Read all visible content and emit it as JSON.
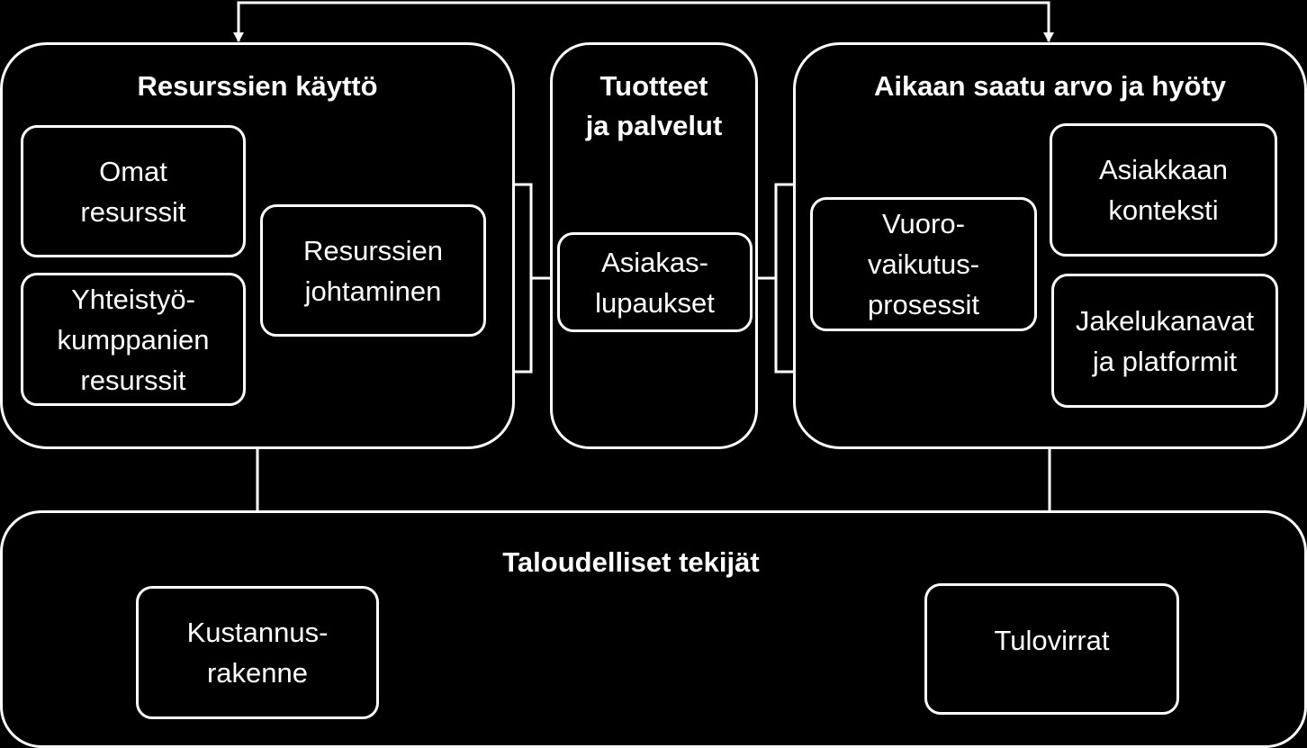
{
  "groups": {
    "resources": {
      "title": "Resurssien käyttö",
      "own_resources": "Omat\nresurssit",
      "partner_resources": "Yhteistyö-\nkumppanien\nresurssit",
      "resource_management": "Resurssien\njohtaminen"
    },
    "products": {
      "title": "Tuotteet\nja palvelut",
      "customer_promises": "Asiakas-\nlupaukset"
    },
    "value": {
      "title": "Aikaan saatu arvo ja hyöty",
      "interaction_processes": "Vuoro-\nvaikutus-\nprosessit",
      "customer_context": "Asiakkaan\nkonteksti",
      "channels_platforms": "Jakelukanavat\nja platformit"
    },
    "economics": {
      "title": "Taloudelliset tekijät",
      "cost_structure": "Kustannus-\nrakenne",
      "revenue_streams": "Tulovirrat"
    }
  }
}
